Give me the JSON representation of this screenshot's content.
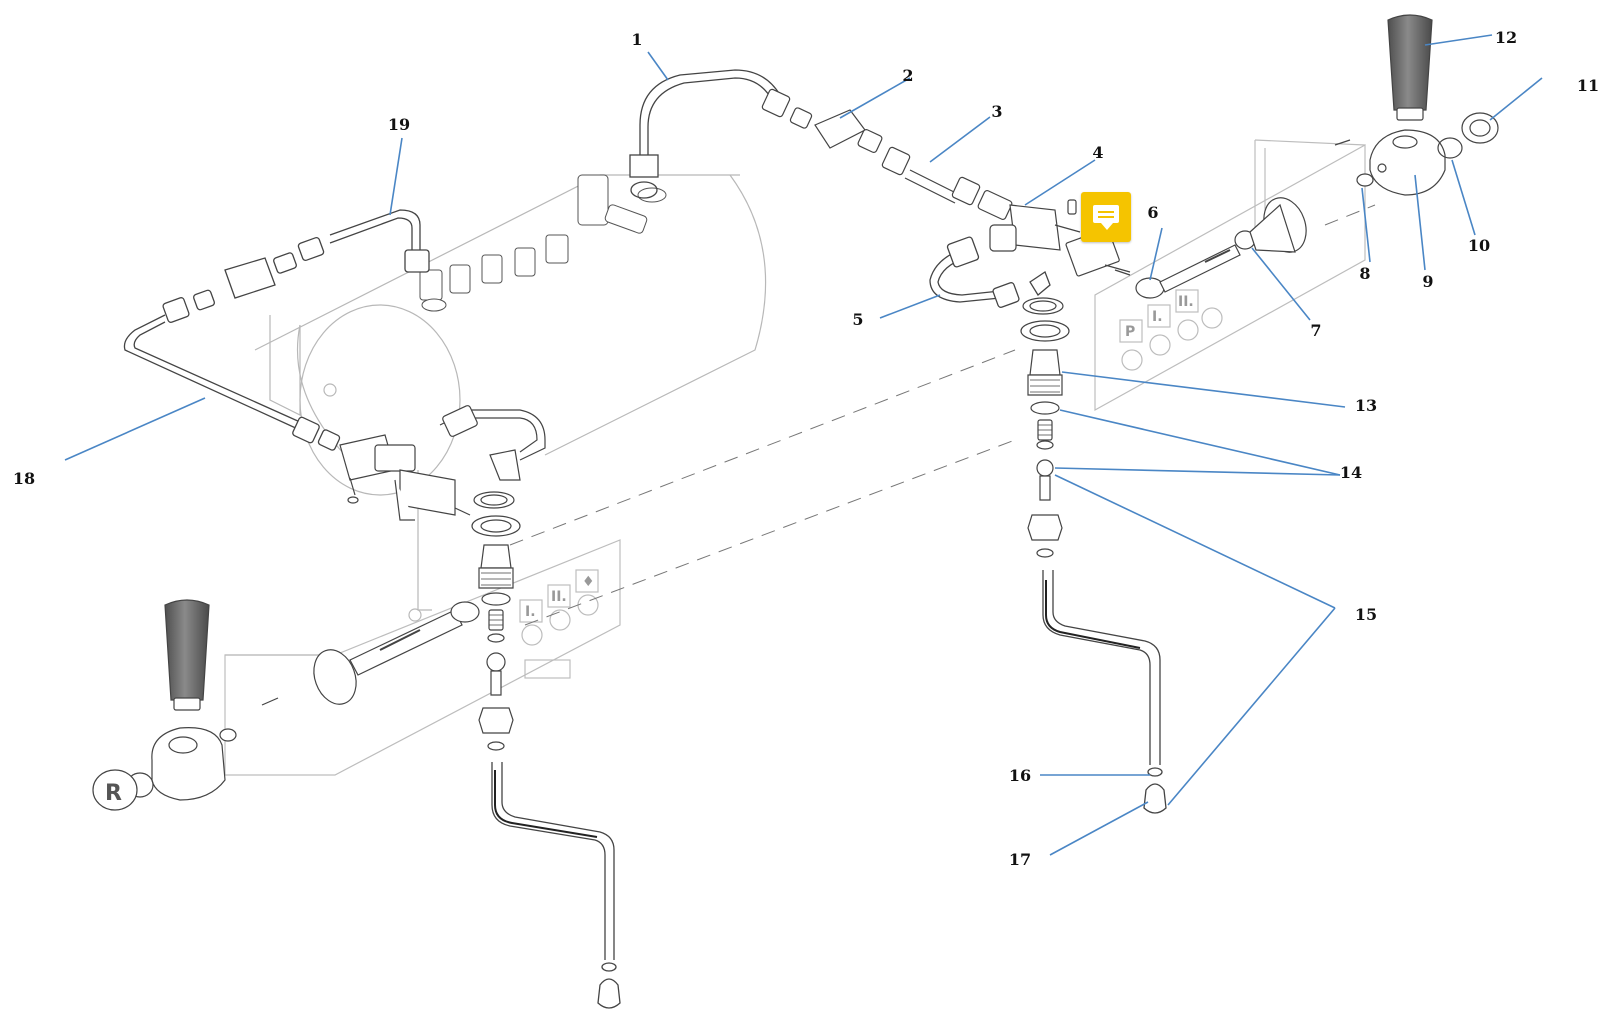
{
  "diagram": {
    "callouts": [
      {
        "label": "1"
      },
      {
        "label": "2"
      },
      {
        "label": "3"
      },
      {
        "label": "4"
      },
      {
        "label": "5"
      },
      {
        "label": "6"
      },
      {
        "label": "7"
      },
      {
        "label": "8"
      },
      {
        "label": "9"
      },
      {
        "label": "10"
      },
      {
        "label": "11"
      },
      {
        "label": "12"
      },
      {
        "label": "13"
      },
      {
        "label": "14"
      },
      {
        "label": "15"
      },
      {
        "label": "16"
      },
      {
        "label": "17"
      },
      {
        "label": "18"
      },
      {
        "label": "19"
      }
    ],
    "panel_markings": [
      "P",
      "I.",
      "II.",
      "♦"
    ],
    "valve_cap_letter": "R",
    "colors": {
      "leader_line": "#4a86c5",
      "drawing_line": "#333333",
      "faint_line": "#b8b8b8",
      "knob_fill": "#6f6f6f",
      "note_button": "#f5c400"
    }
  },
  "toolbar": {
    "note_icon": "comment-icon"
  }
}
